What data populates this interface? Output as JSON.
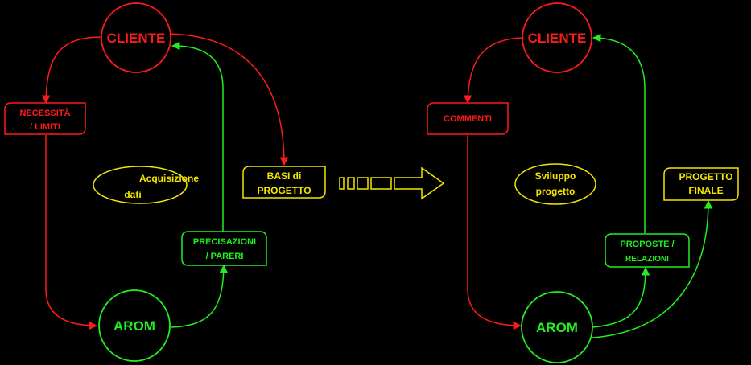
{
  "colors": {
    "background": "#000000",
    "client": "#ff1a1a",
    "arom": "#22ee22",
    "yellow": "#f2e600"
  },
  "left": {
    "client": "CLIENTE",
    "arom": "AROM",
    "need_line1": "NECESSITÀ",
    "need_line2": "/ LIMITI",
    "center_line1": "Acquisizione",
    "center_line2": "dati",
    "prec_line1": "PRECISAZIONI",
    "prec_line2": "/ PARERI",
    "basi_line1": "BASI  di",
    "basi_line2": "PROGETTO"
  },
  "right": {
    "client": "CLIENTE",
    "arom": "AROM",
    "comments": "COMMENTI",
    "center_line1": "Sviluppo",
    "center_line2": "progetto",
    "prop_line1": "PROPOSTE /",
    "prop_line2": "RELAZIONI",
    "final_line1": "PROGETTO",
    "final_line2": "FINALE"
  },
  "icons": {
    "transition": "dashed-arrow-icon"
  }
}
